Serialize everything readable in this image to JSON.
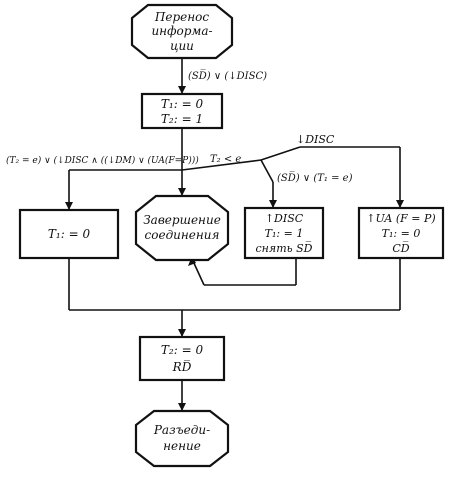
{
  "nodes": {
    "transfer": [
      "Перенос",
      "информа-",
      "ции"
    ],
    "init": [
      "T₁: = 0",
      "T₂: = 1"
    ],
    "reset_t1": "T₁: = 0",
    "completion": [
      "Завершение",
      "соединения"
    ],
    "disc_up": [
      "↑DISC",
      "T₁: = 1",
      "снять SD̅"
    ],
    "ua": [
      "↑UA (F = P)",
      "T₁: = 0",
      "CD̅"
    ],
    "rd": [
      "T₂: = 0",
      "RD̅"
    ],
    "disconnect": [
      "Разъеди-",
      "нение"
    ]
  },
  "edges": {
    "e1": "(SD̅) ∨ (↓DISC)",
    "left_cond": "(T₂ = e) ∨ (↓DISC ∧ ((↓DM) ∨ (UA(F=P)))",
    "t2_lt_e": "T₂ < e",
    "disc_down": "↓DISC",
    "sd_or_t1": "(SD̅) ∨ (T₁ = e)"
  }
}
